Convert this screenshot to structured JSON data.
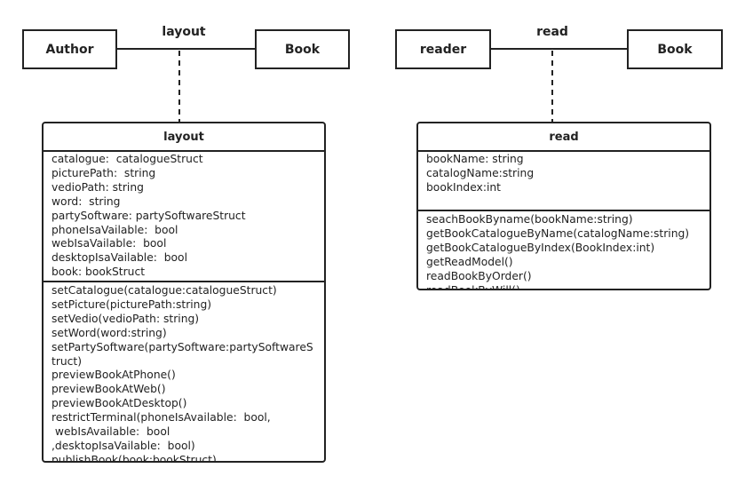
{
  "left": {
    "source": "Author",
    "target": "Book",
    "association": "layout",
    "class": {
      "name": "layout",
      "attributes": [
        "catalogue:  catalogueStruct",
        "picturePath:  string",
        "vedioPath: string",
        "word:  string",
        "partySoftware: partySoftwareStruct",
        "phoneIsaVailable:  bool",
        "webIsaVailable:  bool",
        "desktopIsaVailable:  bool",
        "book: bookStruct"
      ],
      "methods": [
        "setCatalogue(catalogue:catalogueStruct)",
        "setPicture(picturePath:string)",
        "setVedio(vedioPath: string)",
        "setWord(word:string)",
        "setPartySoftware(partySoftware:partySoftwareS",
        "truct)",
        "previewBookAtPhone()",
        "previewBookAtWeb()",
        "previewBookAtDesktop()",
        "restrictTerminal(phoneIsAvailable:  bool,",
        " webIsAvailable:  bool",
        ",desktopIsaVailable:  bool)",
        "publishBook(book:bookStruct)"
      ]
    }
  },
  "right": {
    "source": "reader",
    "target": "Book",
    "association": "read",
    "class": {
      "name": "read",
      "attributes": [
        "bookName: string",
        "catalogName:string",
        "bookIndex:int"
      ],
      "methods": [
        "seachBookByname(bookName:string)",
        "getBookCatalogueByName(catalogName:string)",
        "getBookCatalogueByIndex(BookIndex:int)",
        "getReadModel()",
        "readBookByOrder()",
        "readBookByWill()"
      ]
    }
  }
}
